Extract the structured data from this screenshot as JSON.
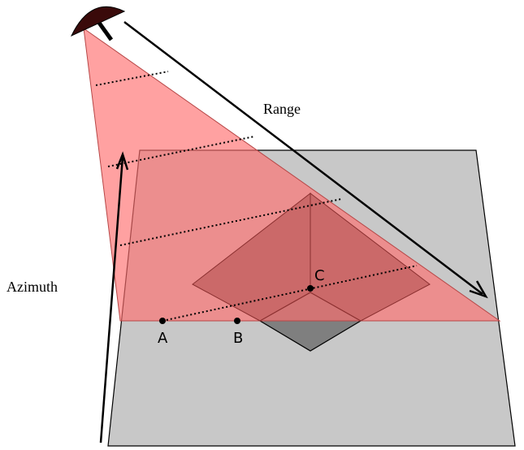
{
  "labels": {
    "range": "Range",
    "azimuth": "Azimuth",
    "point_a": "A",
    "point_b": "B",
    "point_c": "C"
  },
  "colors": {
    "ground": "#c8c8c8",
    "beam": "#ff6e6e",
    "pyramid_side": "#b04a4a",
    "pyramid_shadow": "#7f7f7f",
    "antenna": "#3a0a0a",
    "stroke": "#000000"
  },
  "icons": {
    "antenna": "radar-dish-icon"
  }
}
